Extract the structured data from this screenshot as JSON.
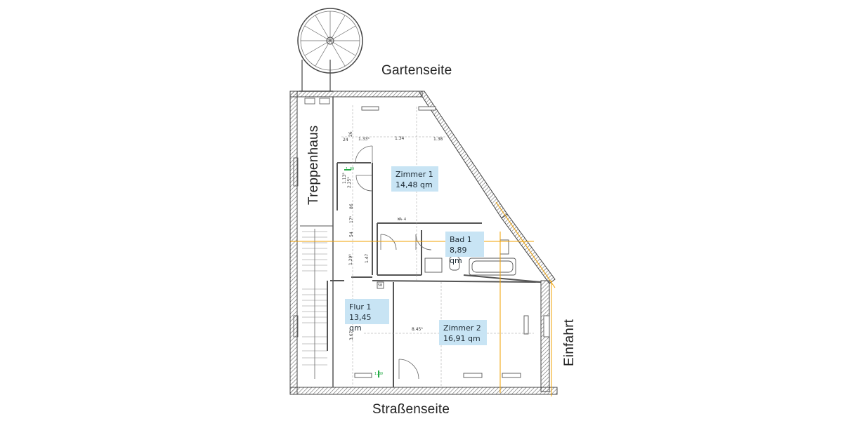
{
  "orientation": {
    "top": "Gartenseite",
    "bottom": "Straßenseite",
    "right": "Einfahrt",
    "left": "Treppenhaus"
  },
  "rooms": [
    {
      "name": "Zimmer 1",
      "area": "14,48 qm"
    },
    {
      "name": "Bad 1",
      "area": "8,89 qm"
    },
    {
      "name": "Flur 1",
      "area": "13,45 qm"
    },
    {
      "name": "Zimmer 2",
      "area": "16,91 qm"
    }
  ],
  "dimensions": {
    "d1": "1.33⁵",
    "d2": "1.34",
    "d3": "1.38",
    "d4": "24",
    "d5": "26",
    "d6": "1.13⁵",
    "d7": "2.25⁵",
    "d8": "86",
    "d9": "17⁵",
    "d10": "54",
    "d11": "1.29⁵",
    "d12": "1.47",
    "d13": "3.67⁵",
    "d14": "8.45⁵"
  },
  "tags": {
    "t1": "WA-4",
    "t2": "58",
    "t3": "1.89",
    "t4": "1.89"
  },
  "colors": {
    "walls": "#555555",
    "guide_orange": "#f0a000",
    "room_label_bg": "#c8e4f4",
    "marker_green": "#22aa44"
  }
}
